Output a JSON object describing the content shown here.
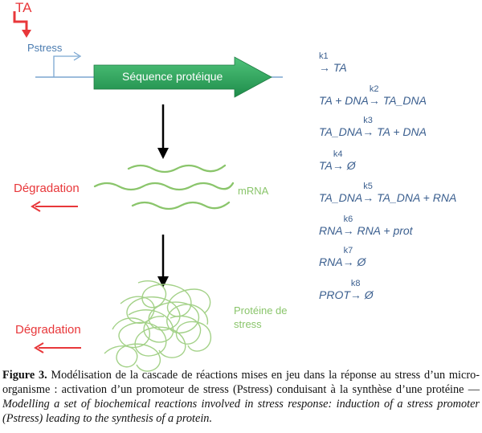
{
  "labels": {
    "ta": "TA",
    "pstress": "Pstress",
    "sequence": "Séquence protéique",
    "mrna": "mRNA",
    "protein": "Protéine de stress",
    "degradation_1": "Dégradation",
    "degradation_2": "Dégradation"
  },
  "reactions": [
    {
      "k": "k1",
      "lhs": "",
      "rhs": "TA"
    },
    {
      "k": "k2",
      "lhs": "TA + DNA",
      "rhs": "TA_DNA"
    },
    {
      "k": "k3",
      "lhs": "TA_DNA",
      "rhs": "TA + DNA"
    },
    {
      "k": "k4",
      "lhs": "TA",
      "rhs": "Ø"
    },
    {
      "k": "k5",
      "lhs": "TA_DNA",
      "rhs": "TA_DNA + RNA"
    },
    {
      "k": "k6",
      "lhs": "RNA",
      "rhs": "RNA + prot"
    },
    {
      "k": "k7",
      "lhs": "RNA",
      "rhs": "Ø"
    },
    {
      "k": "k8",
      "lhs": "PROT",
      "rhs": "Ø"
    }
  ],
  "arrow_symbol": "→",
  "caption": {
    "figure": "Figure 3.",
    "french": "Modélisation de la cascade de réactions mises en jeu dans la réponse au stress d’un micro-organisme : activation d’un promoteur de stress (Pstress) conduisant à la synthèse d’une protéine —",
    "english": "Modelling a set of biochemical reactions involved in stress response: induction of a stress promoter (Pstress) leading to the synthesis of a protein."
  },
  "colors": {
    "red": "#e8373a",
    "blue": "#4a7bb0",
    "green": "#8ac56b",
    "arrow_green": "#3aa35a",
    "text_blue": "#3b5f8f"
  }
}
